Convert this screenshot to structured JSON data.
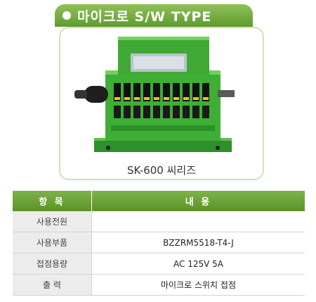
{
  "header": {
    "title": "마이크로 S/W TYPE"
  },
  "product": {
    "caption": "SK-600 씨리즈"
  },
  "colors": {
    "accent": "#5f9c2e",
    "product_green": "#3fae36"
  },
  "table": {
    "headers": [
      "항 목",
      "내 용"
    ],
    "rows": [
      {
        "label": "사용전원",
        "value": ""
      },
      {
        "label": "사용부품",
        "value": "BZZRM5518-T4-J"
      },
      {
        "label": "접점용량",
        "value": "AC 125V 5A"
      },
      {
        "label": "출 력",
        "value": "마이크로 스위치 접점"
      }
    ]
  }
}
